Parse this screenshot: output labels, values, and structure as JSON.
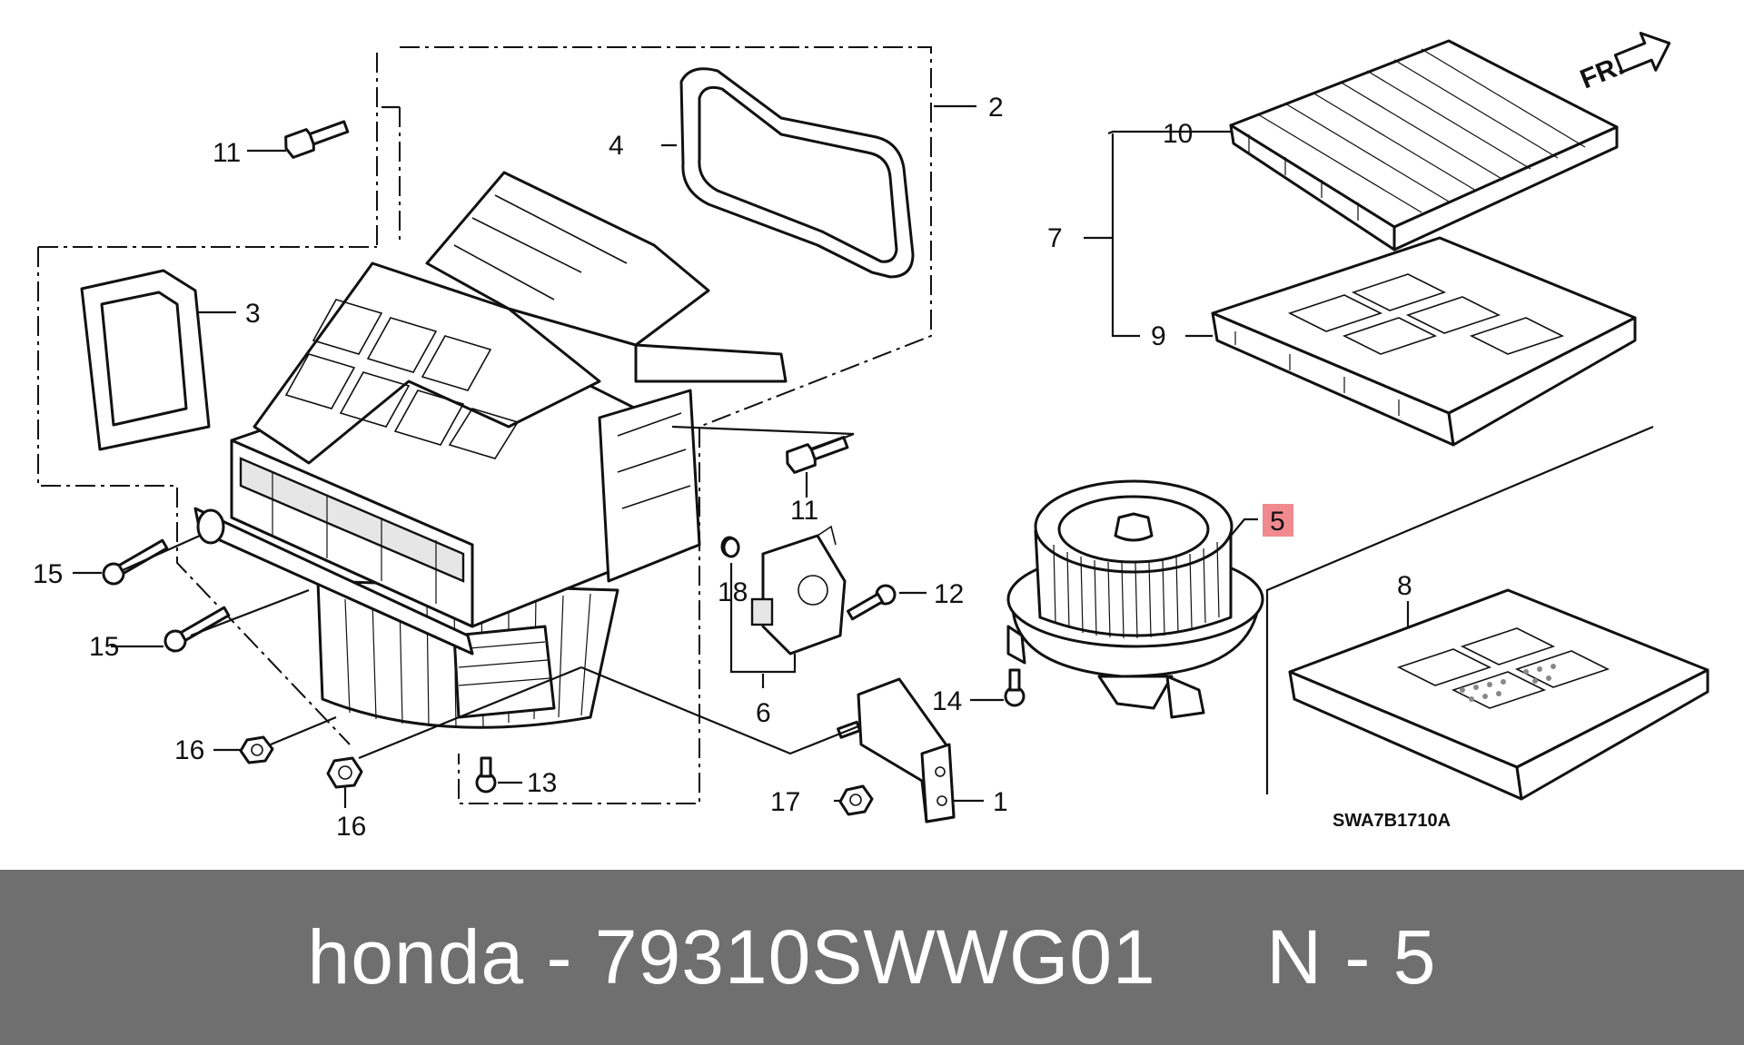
{
  "diagram": {
    "callouts": {
      "c1": "1",
      "c2": "2",
      "c3": "3",
      "c4": "4",
      "c5": "5",
      "c6": "6",
      "c7": "7",
      "c8": "8",
      "c9": "9",
      "c10": "10",
      "c11a": "11",
      "c11b": "11",
      "c12": "12",
      "c13": "13",
      "c14": "14",
      "c15a": "15",
      "c15b": "15",
      "c16a": "16",
      "c16b": "16",
      "c17": "17",
      "c18": "18"
    },
    "highlighted_callout": "5",
    "highlight_color": "#f08a8f",
    "front_marker": "FR.",
    "drawing_code": "SWA7B1710A"
  },
  "footer": {
    "text": "honda - 79310SWWG01     N - 5",
    "background": "#6f6f6f"
  }
}
